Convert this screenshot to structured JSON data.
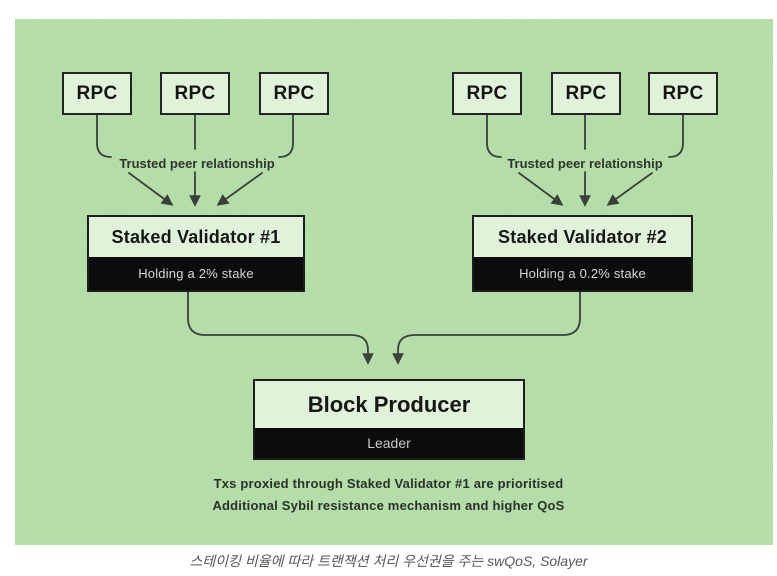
{
  "figure": {
    "rpc_nodes": [
      "RPC",
      "RPC",
      "RPC",
      "RPC",
      "RPC",
      "RPC"
    ],
    "peer_labels": [
      "Trusted peer relationship",
      "Trusted peer relationship"
    ],
    "validators": [
      {
        "title": "Staked Validator #1",
        "subtitle": "Holding a 2% stake"
      },
      {
        "title": "Staked Validator #2",
        "subtitle": "Holding a 0.2% stake"
      }
    ],
    "block_producer": {
      "title": "Block Producer",
      "subtitle": "Leader"
    },
    "notes": [
      "Txs proxied through Staked Validator #1 are prioritised",
      "Additional Sybil resistance mechanism and higher QoS"
    ],
    "colors": {
      "background_green": "#b5dea9",
      "node_fill": "#e0f2da",
      "node_border": "#242424",
      "black_bar": "#0c0c0c",
      "connector": "#3a413a",
      "bar_text": "#d6d6d6"
    }
  },
  "caption": "스테이킹 비율에 따라 트랜잭션 처리 우선권을 주는 swQoS, Solayer"
}
